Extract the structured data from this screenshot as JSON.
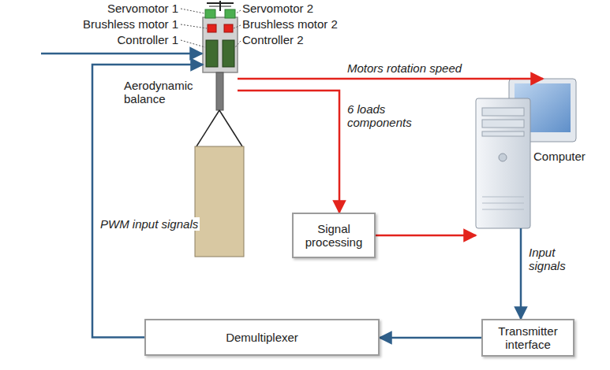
{
  "diagram": {
    "nodes": [
      {
        "text": [
          "Aerodynamic balance"
        ]
      },
      {
        "text": [
          "Computer"
        ]
      },
      {
        "text": [
          "Signal processing"
        ]
      },
      {
        "text": [
          "Transmitter interface"
        ]
      },
      {
        "text": [
          "Demultiplexer"
        ]
      }
    ],
    "edges": [
      {
        "from": 0,
        "to": 1,
        "arrow": "to",
        "label": "Motors rotation speed"
      },
      {
        "from": 0,
        "to": 2,
        "arrow": "to",
        "label": "6 loads components"
      },
      {
        "from": 2,
        "to": 1,
        "arrow": "to"
      },
      {
        "from": 1,
        "to": 3,
        "arrow": "to",
        "label": "Input signals"
      },
      {
        "from": 3,
        "to": 4,
        "arrow": "to"
      },
      {
        "from": 4,
        "to": 0,
        "arrow": "to",
        "label": "PWM input signals"
      }
    ],
    "labels": [
      "Servomotor 1",
      "Brushless motor 1",
      "Controller 1",
      "Servomotor 2",
      "Brushless motor 2",
      "Controller 2"
    ]
  }
}
